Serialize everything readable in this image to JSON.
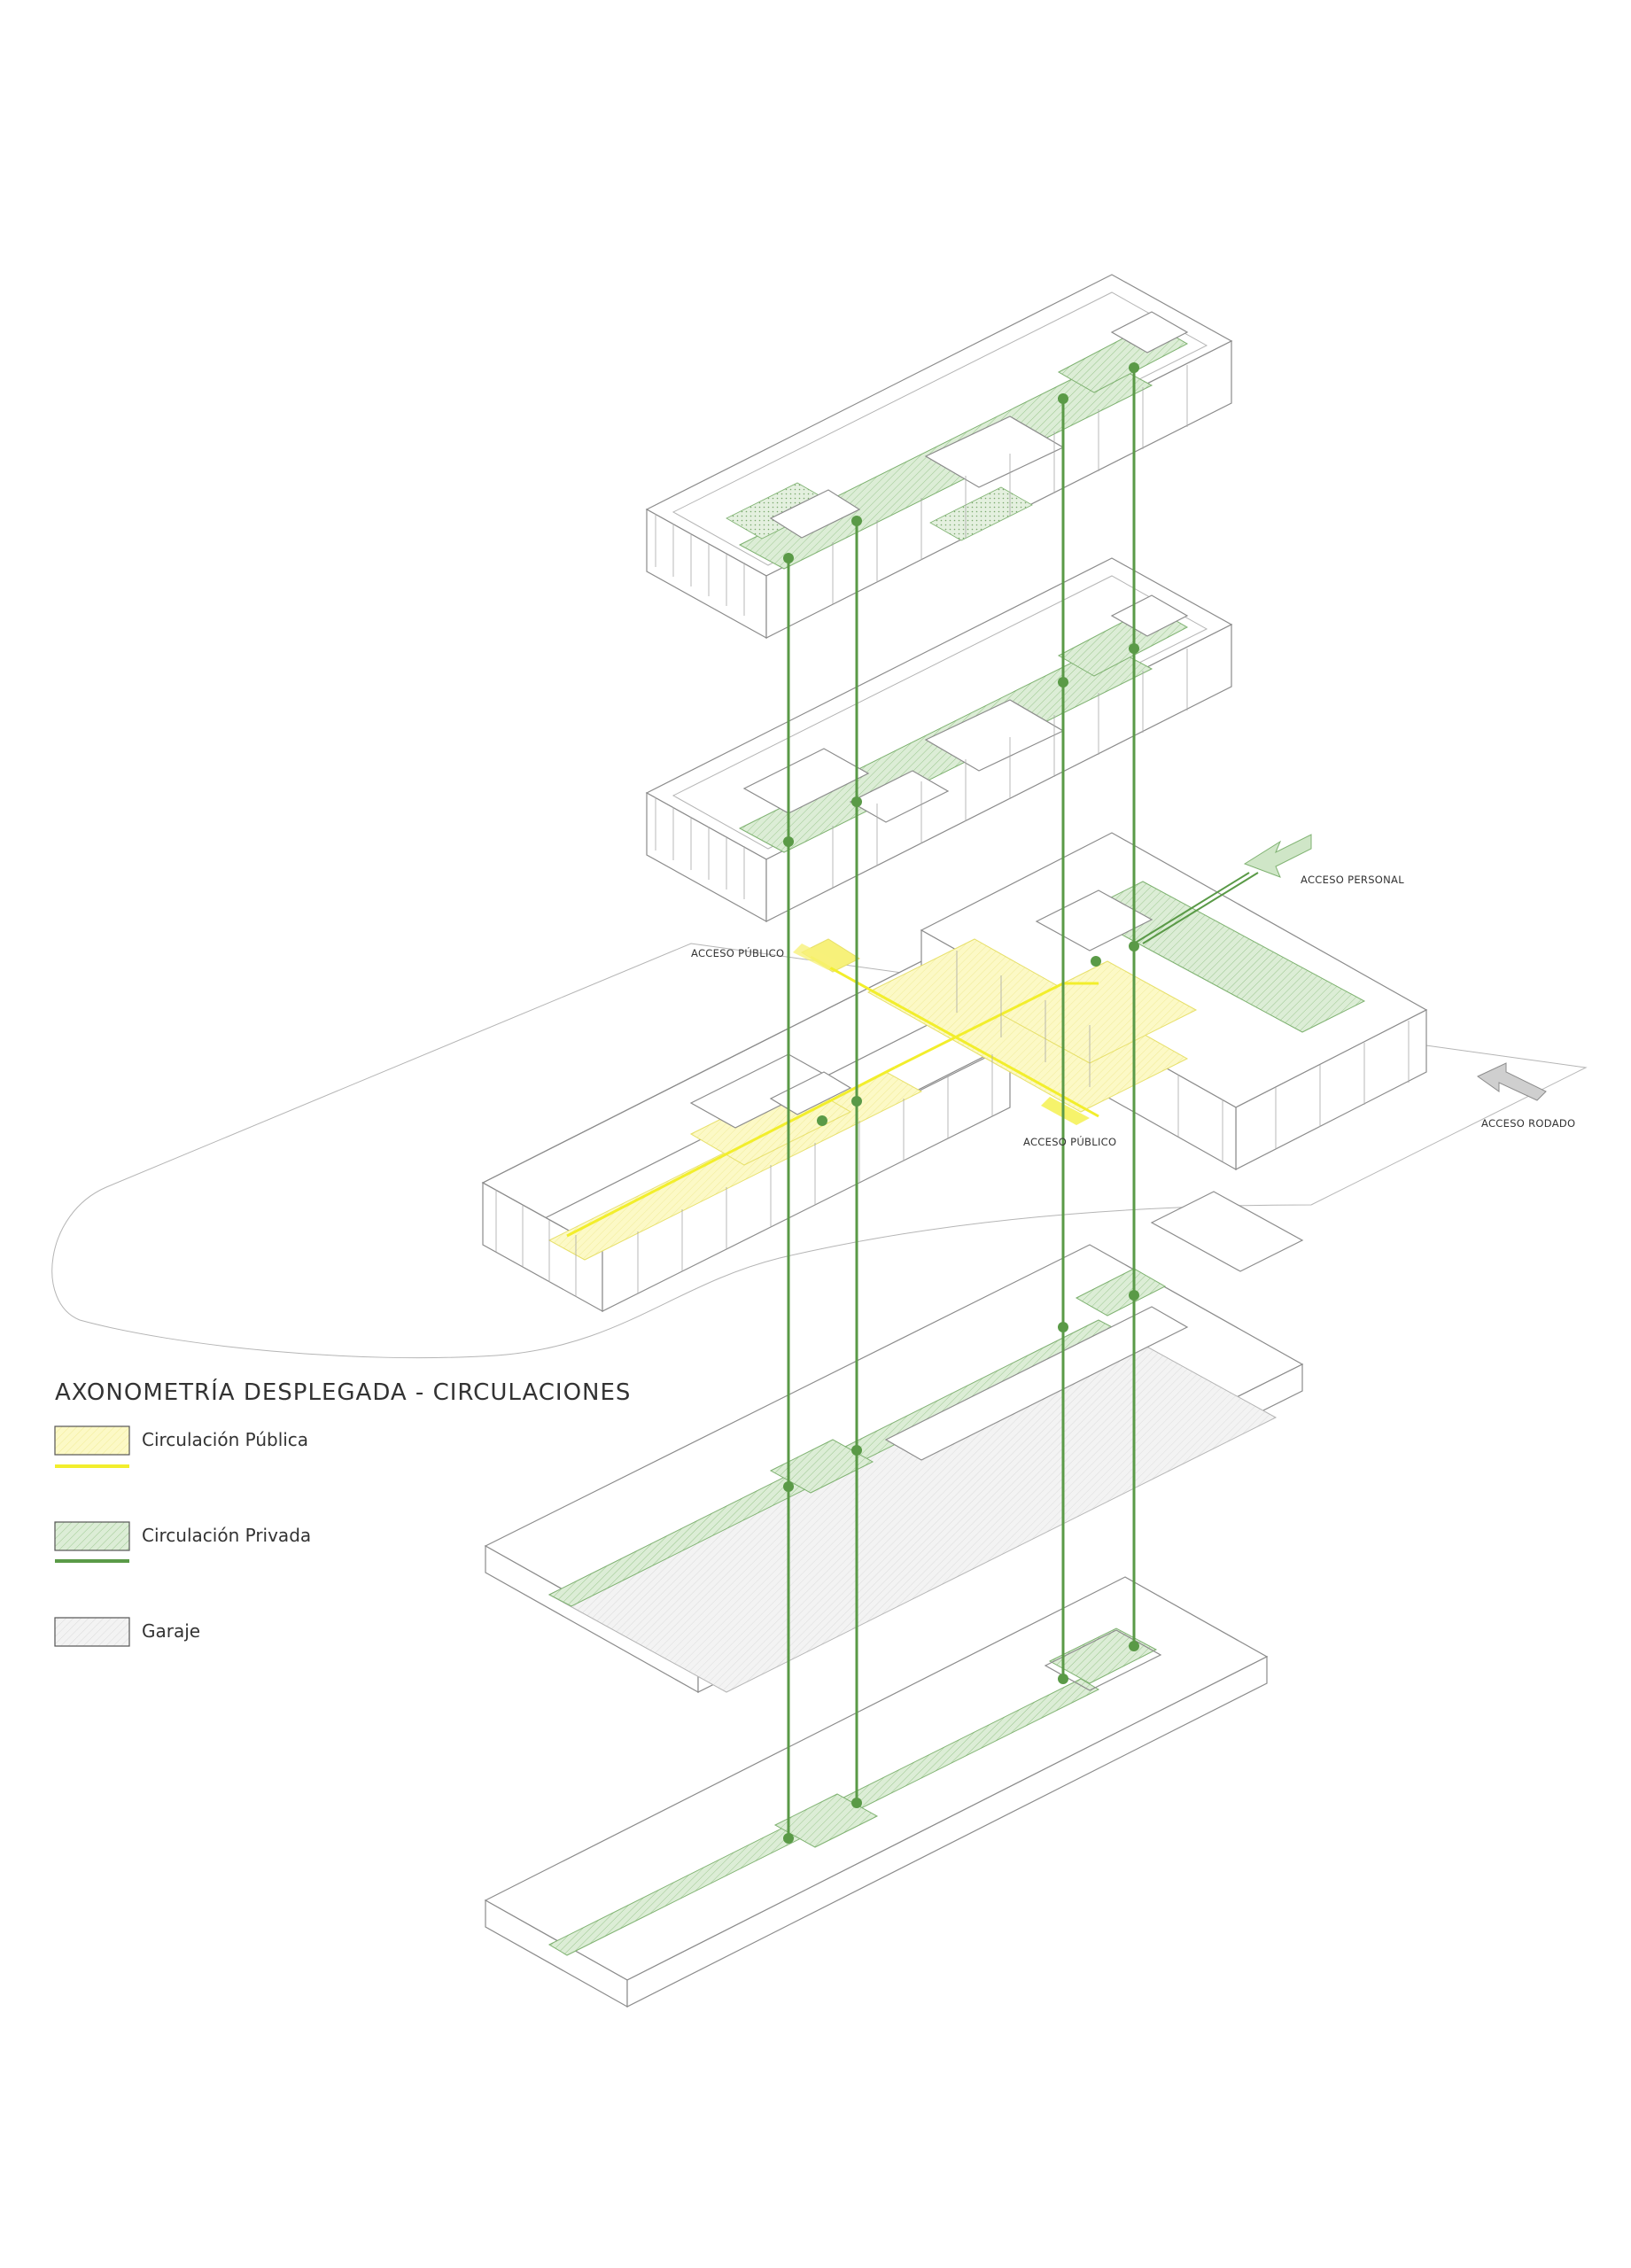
{
  "title": "AXONOMETRÍA DESPLEGADA - CIRCULACIONES",
  "legend": [
    {
      "label": "Circulación Pública",
      "fill": "#fbf9c8",
      "line": "#f2ee2c"
    },
    {
      "label": "Circulación Privada",
      "fill": "#d7ead2",
      "line": "#5a9a47"
    },
    {
      "label": "Garaje",
      "fill": "#f2f2f2",
      "line": null
    }
  ],
  "annotations": {
    "acceso_personal": "ACCESO PERSONAL",
    "acceso_publico_top": "ACCESO PÚBLICO",
    "acceso_publico_bottom": "ACCESO PÚBLICO",
    "acceso_rodado": "ACCESO RODADO"
  },
  "colors": {
    "private_green": "#5a9a47",
    "private_fill": "#cfe6c7",
    "public_yellow": "#f2ee2c",
    "public_fill": "#fbf7b0",
    "line_grey": "#8c8c8c"
  }
}
